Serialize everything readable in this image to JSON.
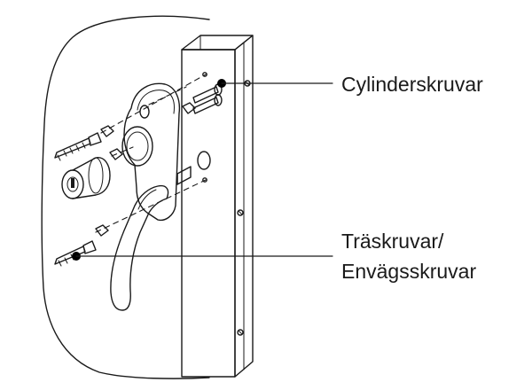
{
  "callouts": {
    "cylinder_screws": "Cylinderskruvar",
    "wood_screws_line1": "Träskruvar/",
    "wood_screws_line2": "Envägsskruvar"
  },
  "colors": {
    "line": "#1a1a1a",
    "background": "#ffffff",
    "marker": "#000000"
  }
}
